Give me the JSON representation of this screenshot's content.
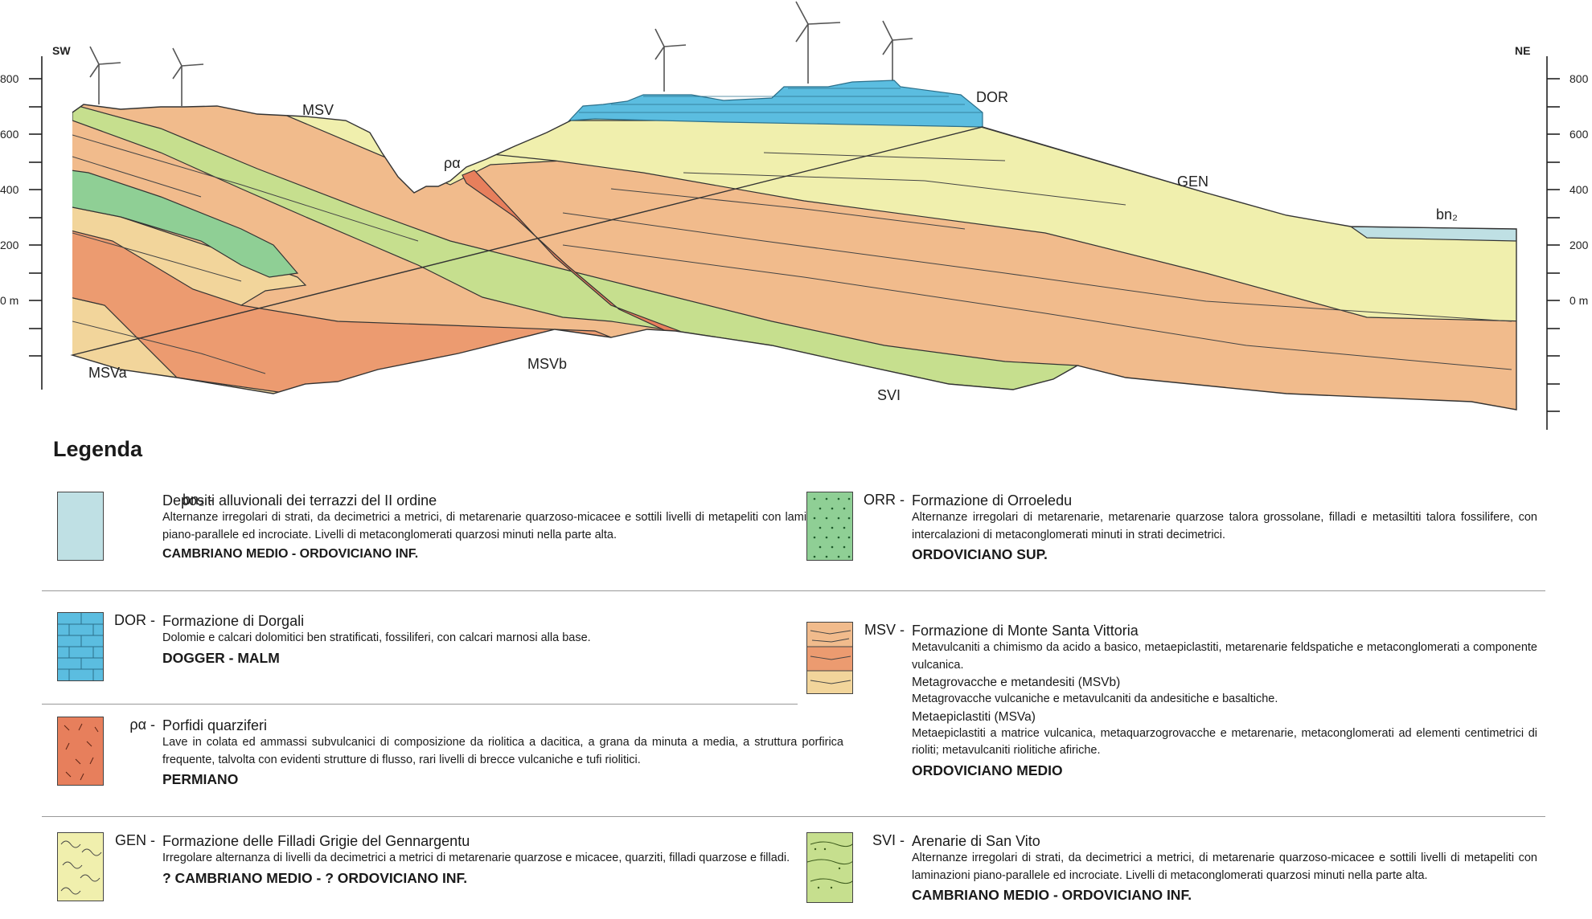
{
  "section": {
    "direction_left": "SW",
    "direction_right": "NE",
    "axis_left_ticks": [
      "800",
      "600",
      "400",
      "200",
      "0 m"
    ],
    "axis_right_ticks": [
      "800",
      "600",
      "400",
      "200",
      "0 m"
    ],
    "labels": {
      "msv": "MSV",
      "rho": "ρα",
      "dor": "DOR",
      "gen": "GEN",
      "bn2": "bn₂",
      "msva": "MSVa",
      "msvb": "MSVb",
      "svi": "SVI"
    }
  },
  "legend": {
    "title": "Legenda",
    "items": {
      "bn2": {
        "code": "bn₂ -",
        "title": "Depositi alluvionali dei terrazzi del II ordine",
        "desc": "Alternanze irregolari di strati, da decimetrici a metrici, di metarenarie quarzoso-micacee e sottili livelli di metapeliti con laminazioni piano-parallele ed incrociate. Livelli di metaconglomerati quarzosi minuti nella parte alta.",
        "age": "CAMBRIANO MEDIO - ORDOVICIANO INF."
      },
      "orr": {
        "code": "ORR -",
        "title": "Formazione di Orroeledu",
        "desc": "Alternanze irregolari di metarenarie, metarenarie quarzose talora grossolane, filladi e metasiltiti talora fossilifere, con intercalazioni di metaconglomerati minuti in strati decimetrici.",
        "age": "ORDOVICIANO SUP."
      },
      "dor": {
        "code": "DOR -",
        "title": "Formazione di Dorgali",
        "desc": "Dolomie e calcari dolomitici ben stratificati, fossiliferi, con calcari marnosi alla base.",
        "age": "DOGGER - MALM"
      },
      "msv": {
        "code": "MSV -",
        "title": "Formazione di Monte Santa Vittoria",
        "desc": "Metavulcaniti a chimismo da acido a basico, metaepiclastiti, metarenarie feldspatiche e metaconglomerati a componente vulcanica.",
        "sub1_title": "Metagrovacche e metandesiti (MSVb)",
        "sub1_desc": "Metagrovacche vulcaniche e metavulcaniti da andesitiche e basaltiche.",
        "sub2_title": "Metaepiclastiti (MSVa)",
        "sub2_desc": "Metaepiclastiti a matrice vulcanica, metaquarzogrovacche e metarenarie, metaconglomerati ad elementi centimetrici di rioliti; metavulcaniti riolitiche afiriche.",
        "age": "ORDOVICIANO MEDIO"
      },
      "rho": {
        "code": "ρα -",
        "title": "Porfidi quarziferi",
        "desc": "Lave in colata ed ammassi subvulcanici di composizione da riolitica a dacitica, a grana da minuta a media, a struttura porfirica frequente, talvolta con evidenti strutture di flusso, rari livelli di brecce vulcaniche e tufi riolitici.",
        "age": "PERMIANO"
      },
      "gen": {
        "code": "GEN -",
        "title": "Formazione delle Filladi Grigie del Gennargentu",
        "desc": "Irregolare alternanza di livelli da decimetrici a metrici di metarenarie quarzose e micacee, quarziti, filladi quarzose e filladi.",
        "age": "? CAMBRIANO MEDIO - ? ORDOVICIANO INF."
      },
      "svi": {
        "code": "SVI -",
        "title": "Arenarie di San Vito",
        "desc": "Alternanze irregolari di strati, da decimetrici a metrici, di metarenarie quarzoso-micacee e sottili livelli di metapeliti con laminazioni piano-parallele ed incrociate. Livelli di metaconglomerati quarzosi minuti nella parte alta.",
        "age": "CAMBRIANO MEDIO - ORDOVICIANO INF."
      }
    }
  },
  "colors": {
    "bn2": "#bfe0e4",
    "dor": "#5bbde0",
    "gen": "#f0efad",
    "msv": "#f1bb8c",
    "msvb": "#ec9b70",
    "msva": "#f2d59b",
    "rho": "#e77f5c",
    "svi": "#c6df8e",
    "orr": "#8fcf95"
  }
}
